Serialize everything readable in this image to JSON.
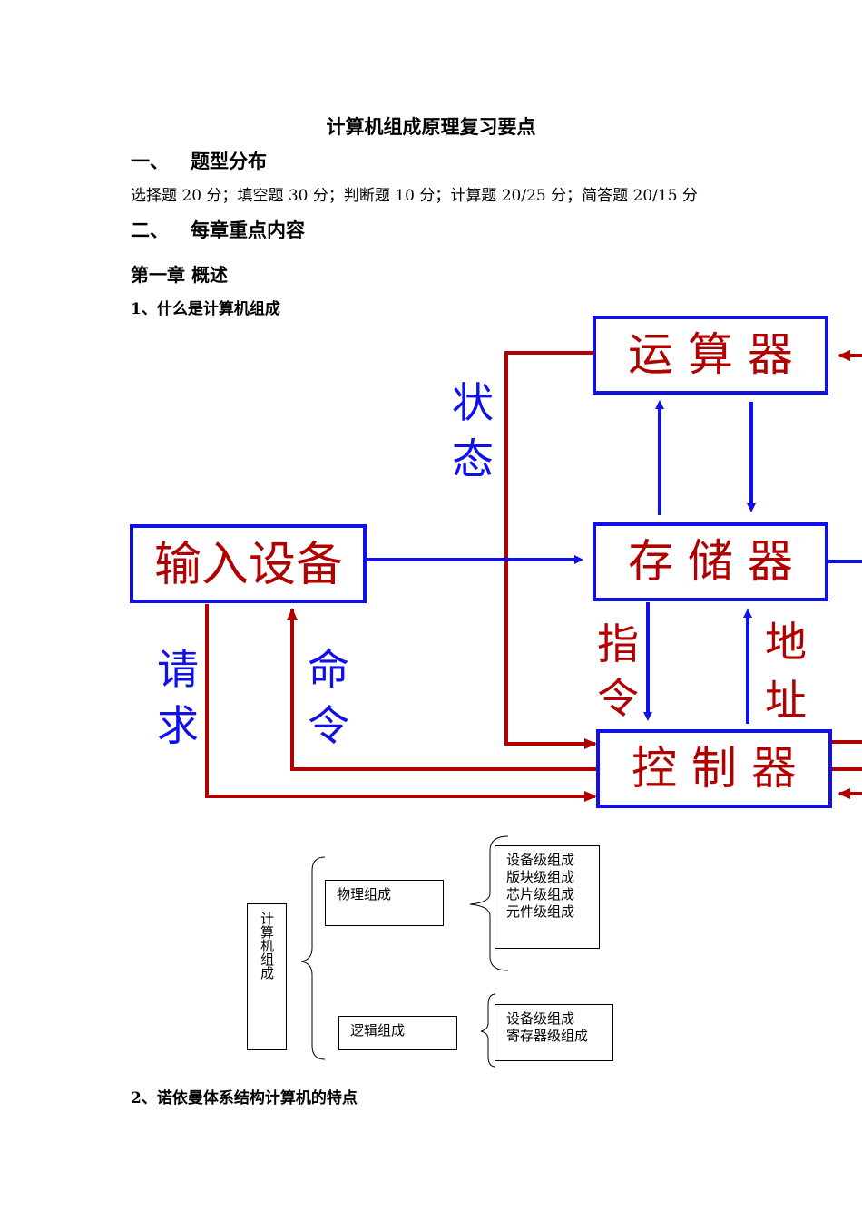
{
  "doc": {
    "title": "计算机组成原理复习要点",
    "sec1": {
      "num": "一、",
      "label": "题型分布"
    },
    "distribution": "选择题 20 分；填空题 30 分；判断题 10 分；计算题 20/25 分；简答题 20/15 分",
    "sec2": {
      "num": "二、",
      "label": "每章重点内容"
    },
    "chapter1": "第一章  概述",
    "q1": "1、什么是计算机组成",
    "q2": "2、诺依曼体系结构计算机的特点"
  },
  "diagram": {
    "alu": "运 算 器",
    "memory": "存 储 器",
    "control": "控 制 器",
    "input": "输入设备",
    "state": [
      "状",
      "态"
    ],
    "request": [
      "请",
      "求"
    ],
    "command": [
      "命",
      "令"
    ],
    "instruction": [
      "指",
      "令"
    ],
    "address": [
      "地",
      "址"
    ],
    "colors": {
      "blue": "#1010e8",
      "red": "#b00000"
    }
  },
  "tree": {
    "root": "计算机组成",
    "physical": "物理组成",
    "logical": "逻辑组成",
    "physical_items": [
      "设备级组成",
      "版块级组成",
      "芯片级组成",
      "元件级组成"
    ],
    "logical_items": [
      "设备级组成",
      "寄存器级组成"
    ]
  }
}
